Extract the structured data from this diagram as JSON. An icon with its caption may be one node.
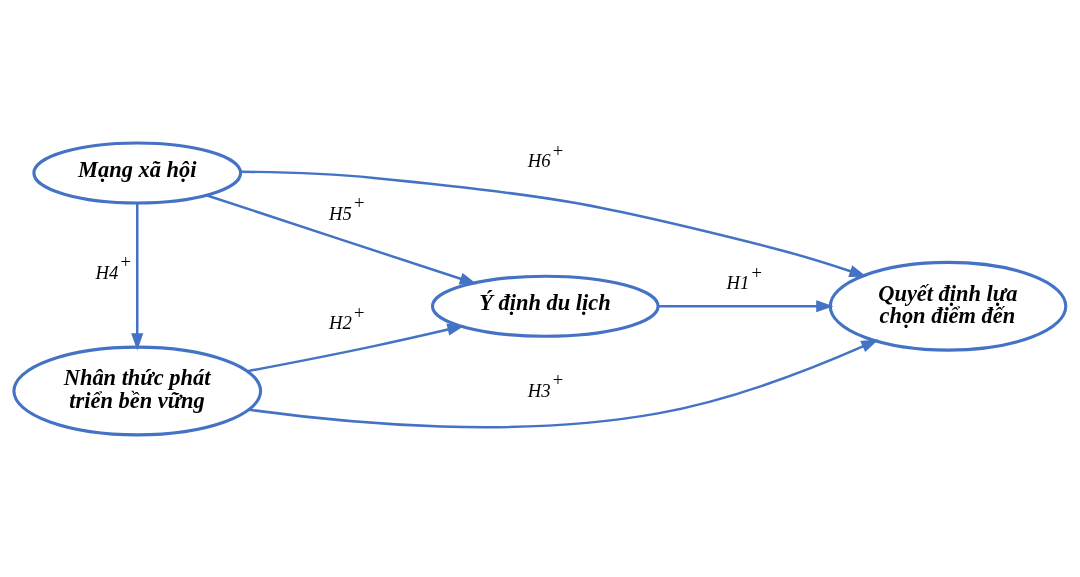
{
  "diagram": {
    "nodes": [
      {
        "text": [
          "Mạng xã hội"
        ]
      },
      {
        "text": [
          "Ý định du lịch"
        ]
      },
      {
        "text": [
          "Quyết định lựa chọn điểm đến"
        ]
      },
      {
        "text": [
          "Nhân thức phát triển bền vững"
        ]
      }
    ],
    "edges": [
      {
        "from": 0,
        "to": 2,
        "arrow": "to",
        "label": "H6$^{+}$"
      },
      {
        "from": 0,
        "to": 1,
        "arrow": "to",
        "label": "H5$^{+}$"
      },
      {
        "from": 0,
        "to": 3,
        "arrow": "to",
        "label": "H4$^{+}$"
      },
      {
        "from": 1,
        "to": 2,
        "arrow": "to",
        "label": "H1$^{+}$"
      },
      {
        "from": 3,
        "to": 1,
        "arrow": "to",
        "label": "H2$^{+}$"
      },
      {
        "from": 3,
        "to": 2,
        "arrow": "to",
        "label": "H3$^{+}$"
      }
    ]
  }
}
